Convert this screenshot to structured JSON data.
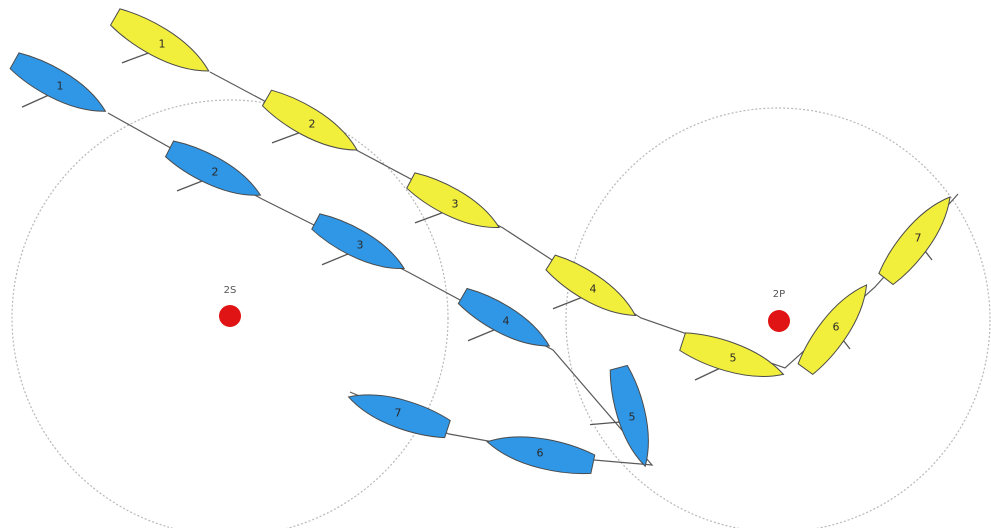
{
  "colors": {
    "blue_boat": "#2f97e6",
    "yellow_boat": "#f2ee3c",
    "mark": "#e01414",
    "zone_circle": "#b8b8b8",
    "track": "#5a5a5a"
  },
  "marks": [
    {
      "id": "2S",
      "label": "2S"
    },
    {
      "id": "2P",
      "label": "2P"
    }
  ],
  "boats": {
    "blue": {
      "positions": [
        "1",
        "2",
        "3",
        "4",
        "5",
        "6",
        "7"
      ]
    },
    "yellow": {
      "positions": [
        "1",
        "2",
        "3",
        "4",
        "5",
        "6",
        "7"
      ]
    }
  }
}
